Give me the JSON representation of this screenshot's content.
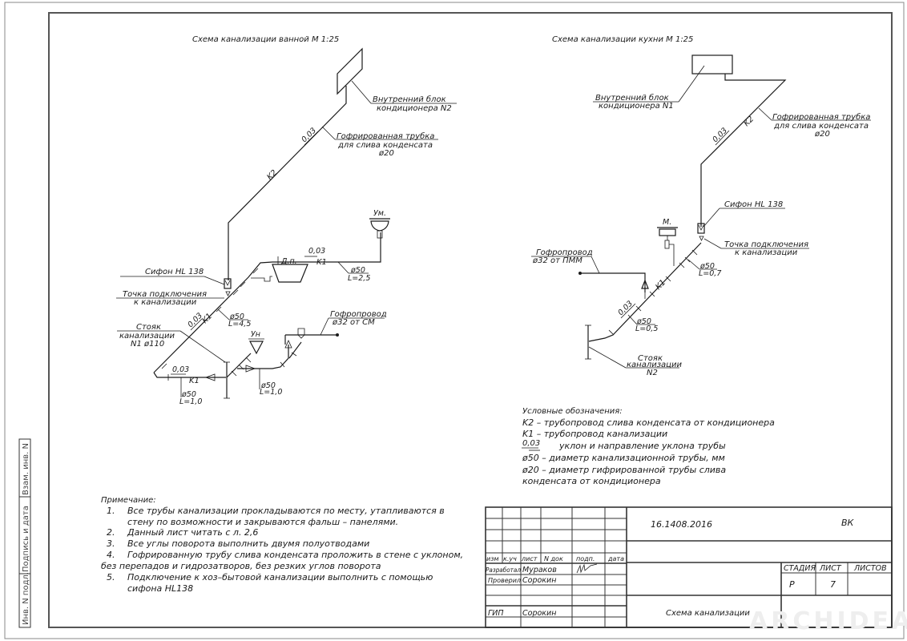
{
  "sheet": {
    "side_stamp": {
      "inv_no_original": "Инв. N подл.",
      "signature_date": "Подпись и дата",
      "replaced_inv": "Взам. инв. N"
    },
    "watermark": "ARCHIDEA"
  },
  "bathroom": {
    "title": "Схема канализации ванной М 1:25",
    "ac_unit_label_1": "Внутренний блок",
    "ac_unit_label_2": "кондиционера N2",
    "corrugated_1": "Гофрированная трубка",
    "corrugated_2": "для слива конденсата",
    "corrugated_3": "ø20",
    "k2_slope": "0,03",
    "k2_code": "K2",
    "siphon": "Сифон HL 138",
    "connection_1": "Точка подключения",
    "connection_2": "к канализации",
    "riser_1": "Стояк",
    "riser_2": "канализации",
    "riser_3": "N1  ø110",
    "k1_main_slope": "0,03",
    "k1_main_code": "K1",
    "k1_main_dia": "ø50",
    "k1_main_len": "L=4,5",
    "shower_tray": "Д.п.",
    "k1_upper_slope": "0,03",
    "k1_upper_code": "K1",
    "k1_upper_dia": "ø50",
    "k1_upper_len": "L=2,5",
    "washbasin": "Ум.",
    "toilet": "Ун",
    "corr_pipe_1": "Гофропровод",
    "corr_pipe_2": "ø32  от  СМ",
    "k1_lower_slope": "0,03",
    "k1_lower_code": "K1",
    "k1_lower_dia": "ø50",
    "k1_lower_len": "L=1,0",
    "k1_right_dia": "ø50",
    "k1_right_len": "L=1,0"
  },
  "kitchen": {
    "title": "Схема канализации кухни М 1:25",
    "ac_unit_label_1": "Внутренний блок",
    "ac_unit_label_2": "кондиционера N1",
    "corrugated_1": "Гофрированная трубка",
    "corrugated_2": "для слива конденсата",
    "corrugated_3": "ø20",
    "k2_slope": "0,03",
    "k2_code": "K2",
    "siphon": "Сифон HL 138",
    "connection_1": "Точка подключения",
    "connection_2": "к канализации",
    "sink": "М.",
    "corr_pipe_1": "Гофропровод",
    "corr_pipe_2": "ø32  от  ПММ",
    "k1_code": "K1",
    "k1_upper_dia": "ø50",
    "k1_upper_len": "L=0,7",
    "k1_lower_slope": "0,03",
    "k1_lower_dia": "ø50",
    "k1_lower_len": "L=0,5",
    "riser_1": "Стояк",
    "riser_2": "канализации",
    "riser_3": "N2"
  },
  "legend": {
    "title": "Условные обозначения:",
    "items": [
      "K2  –  трубопровод  слива  конденсата  от  кондиционера",
      "K1  –  трубопровод  канализации",
      "уклон  и  направление  уклона  трубы",
      "ø50  –  диаметр  канализационной  трубы,  мм",
      "ø20  –  диаметр  гифрированной  трубы  слива",
      "конденсата  от  кондиционера"
    ],
    "slope_sample": "0,03"
  },
  "notes": {
    "title": "Примечание:",
    "lines": [
      {
        "num": "1.",
        "text": "Все трубы канализации прокладываются по месту, утапливаются в"
      },
      {
        "num": "",
        "text": "стену по возможности и закрываются фальш – панелями."
      },
      {
        "num": "2.",
        "text": "Данный лист читать с л. 2,6"
      },
      {
        "num": "3.",
        "text": "Все углы поворота выполнить двумя полуотводами"
      },
      {
        "num": "4.",
        "text": "Гофрированную трубу слива конденсата проложить в стене с уклоном,"
      },
      {
        "num": "",
        "text": "без перепадов и гидрозатворов, без резких углов поворота"
      },
      {
        "num": "5.",
        "text": "Подключение к хоз–бытовой канализации выполнить с помощью"
      },
      {
        "num": "",
        "text": "сифона HL138"
      }
    ]
  },
  "title_block": {
    "headers": {
      "change": "изм",
      "qty": "к.уч",
      "sheet": "лист",
      "doc_no": "N док",
      "signature": "подп.",
      "date": "дата"
    },
    "roles": [
      {
        "role": "Разработал",
        "name": "Мураков"
      },
      {
        "role": "Проверил",
        "name": "Сорокин"
      },
      {
        "role": "ГИП",
        "name": "Сорокин"
      }
    ],
    "project_code": "16.1408.2016",
    "section": "ВК",
    "stage_label": "СТАДИЯ",
    "sheet_label": "ЛИСТ",
    "sheets_label": "ЛИСТОВ",
    "stage_value": "Р",
    "sheet_value": "7",
    "sheets_value": "",
    "drawing_name": "Схема канализации"
  }
}
